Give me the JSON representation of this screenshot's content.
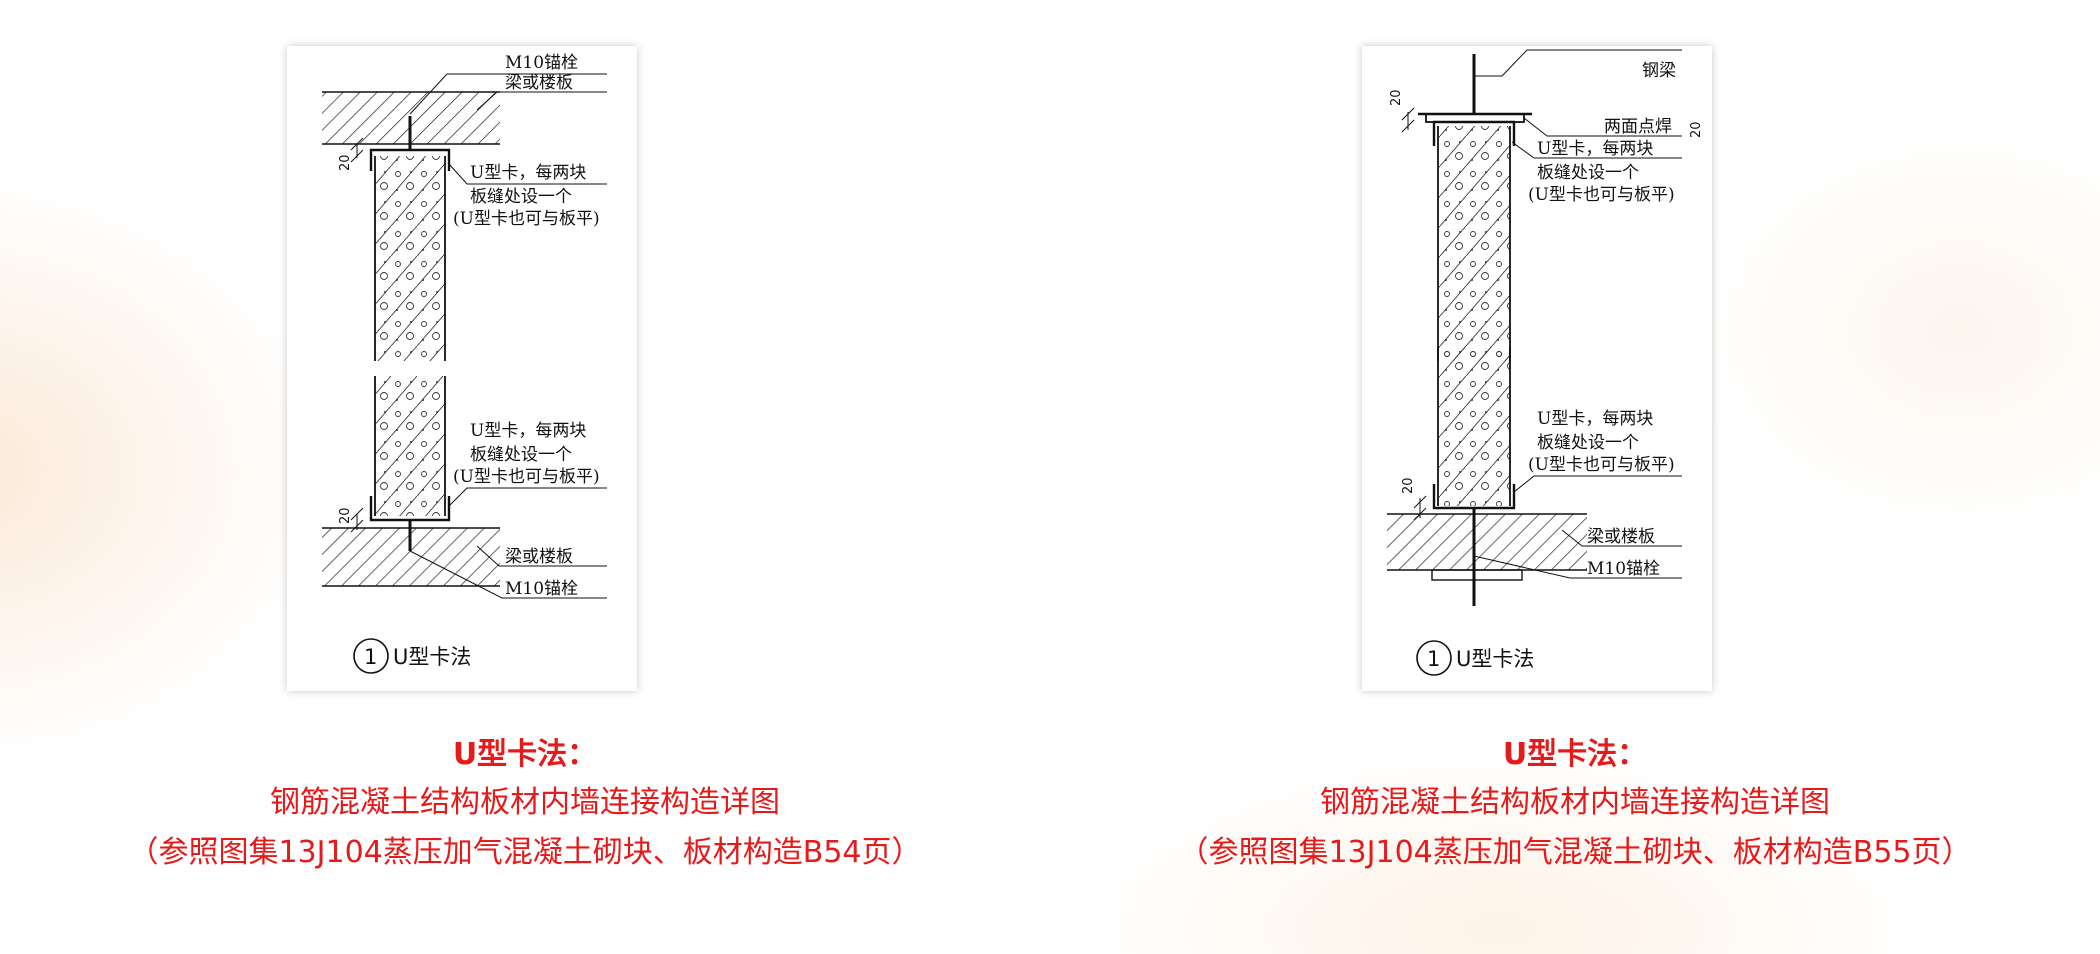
{
  "left": {
    "labels": {
      "anchor_top": "M10锚栓",
      "slab_top": "梁或楼板",
      "ucard_top_1": "U型卡，每两块",
      "ucard_top_2": "板缝处设一个",
      "ucard_top_3": "(U型卡也可与板平)",
      "ucard_bot_1": "U型卡，每两块",
      "ucard_bot_2": "板缝处设一个",
      "ucard_bot_3": "(U型卡也可与板平)",
      "slab_bot": "梁或楼板",
      "anchor_bot": "M10锚栓",
      "dim_top": "20",
      "dim_bot": "20",
      "fig_number": "1",
      "fig_title": "U型卡法"
    },
    "caption": {
      "title": "U型卡法：",
      "line1": "钢筋混凝土结构板材内墙连接构造详图",
      "line2": "（参照图集13J104蒸压加气混凝土砌块、板材构造B54页）"
    }
  },
  "right": {
    "labels": {
      "steel_beam": "钢梁",
      "spot_weld": "两面点焊",
      "ucard_top_1": "U型卡，每两块",
      "ucard_top_2": "板缝处设一个",
      "ucard_top_3": "(U型卡也可与板平)",
      "ucard_bot_1": "U型卡，每两块",
      "ucard_bot_2": "板缝处设一个",
      "ucard_bot_3": "(U型卡也可与板平)",
      "slab_bot": "梁或楼板",
      "anchor_bot": "M10锚栓",
      "dim_top": "20",
      "dim_top_right": "20",
      "dim_bot": "20",
      "fig_number": "1",
      "fig_title": "U型卡法"
    },
    "caption": {
      "title": "U型卡法：",
      "line1": "钢筋混凝土结构板材内墙连接构造详图",
      "line2": "（参照图集13J104蒸压加气混凝土砌块、板材构造B55页）"
    }
  }
}
